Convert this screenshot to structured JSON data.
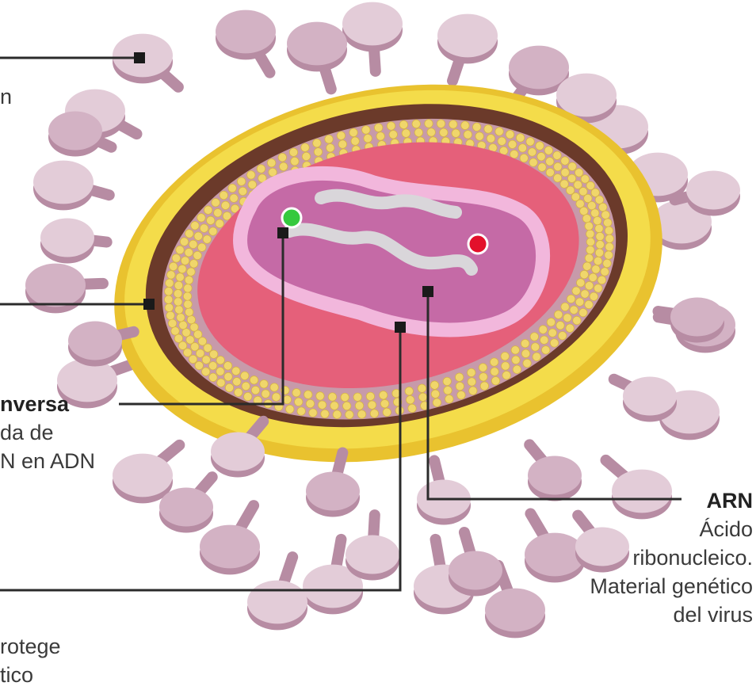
{
  "labels": {
    "glycoprotein": {
      "line1": "n"
    },
    "transcriptase": {
      "title": "nversa",
      "line1": "da de",
      "line2": "N en ADN"
    },
    "capsid": {
      "line1": "rotege",
      "line2": "tico"
    },
    "rna": {
      "title": "ARN",
      "line1": "Ácido",
      "line2": "ribonucleico.",
      "line3": "Material genético",
      "line4": "del virus"
    }
  },
  "colors": {
    "spike_light": "#e3ccd8",
    "spike_mid": "#d3b2c4",
    "spike_dark": "#b78ca3",
    "envelope_yellow": "#f4dc4a",
    "envelope_rim": "#e9c22f",
    "brown_layer": "#6b3a2a",
    "dots": "#f0d66b",
    "capsid_pink": "#e5607a",
    "core_purple": "#c56aa6",
    "core_rim": "#f2b7dc",
    "rna_strand": "#d9d6da",
    "enzyme_green": "#35c93e",
    "enzyme_red": "#e3102b",
    "leader": "#2b2b2b"
  }
}
